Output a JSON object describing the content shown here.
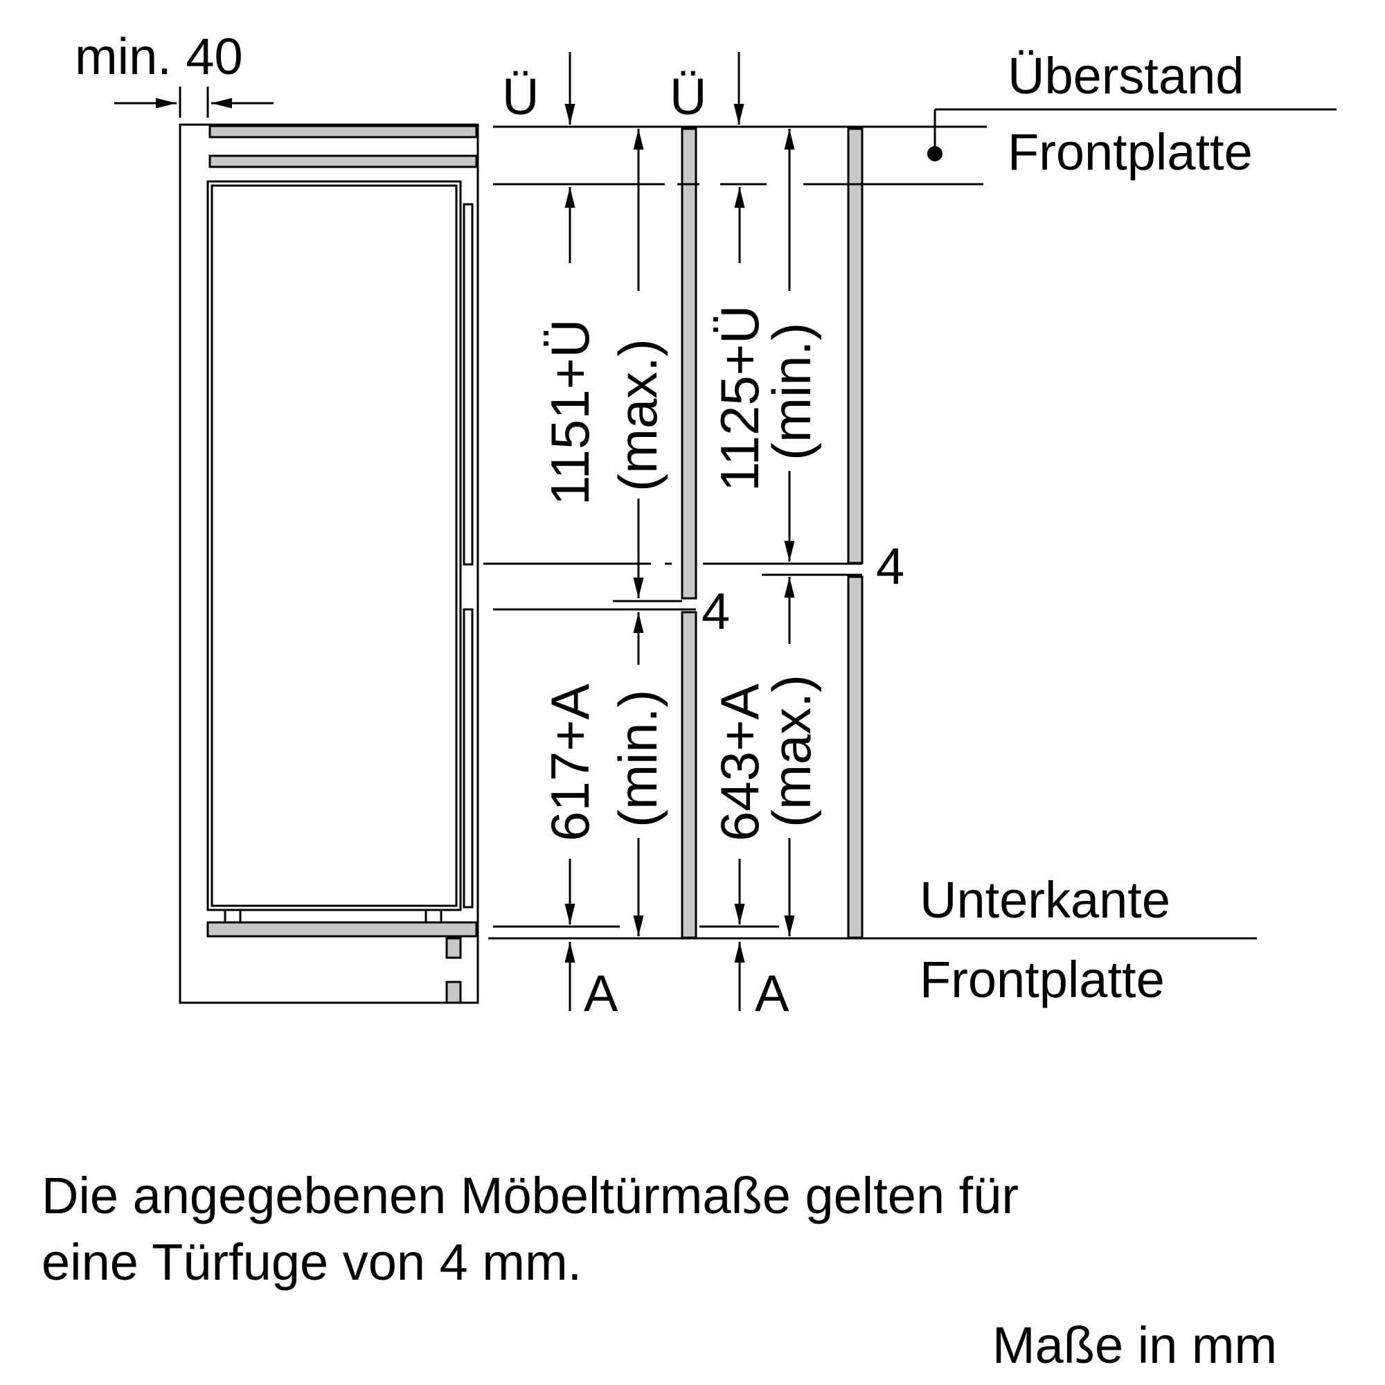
{
  "labels": {
    "min40": "min. 40",
    "u_sym_left": "Ü",
    "u_sym_right": "Ü",
    "ueberstand_line1": "Überstand",
    "ueberstand_line2": "Frontplatte",
    "unterkante_line1": "Unterkante",
    "unterkante_line2": "Frontplatte",
    "gap_upper": "4",
    "gap_lower": "4",
    "a_left": "A",
    "a_right": "A"
  },
  "dimensions": {
    "top_max": "1151+Ü",
    "top_max_sub": "(max.)",
    "top_min": "1125+Ü",
    "top_min_sub": "(min.)",
    "bottom_min": "617+A",
    "bottom_min_sub": "(min.)",
    "bottom_max": "643+A",
    "bottom_max_sub": "(max.)"
  },
  "notes": {
    "line1": "Die angegebenen Möbeltürmaße gelten für",
    "line2": "eine Türfuge von 4 mm.",
    "units": "Maße in mm"
  },
  "colors": {
    "line": "#000000",
    "panel_fill": "#c8c8c8",
    "background": "#ffffff"
  }
}
